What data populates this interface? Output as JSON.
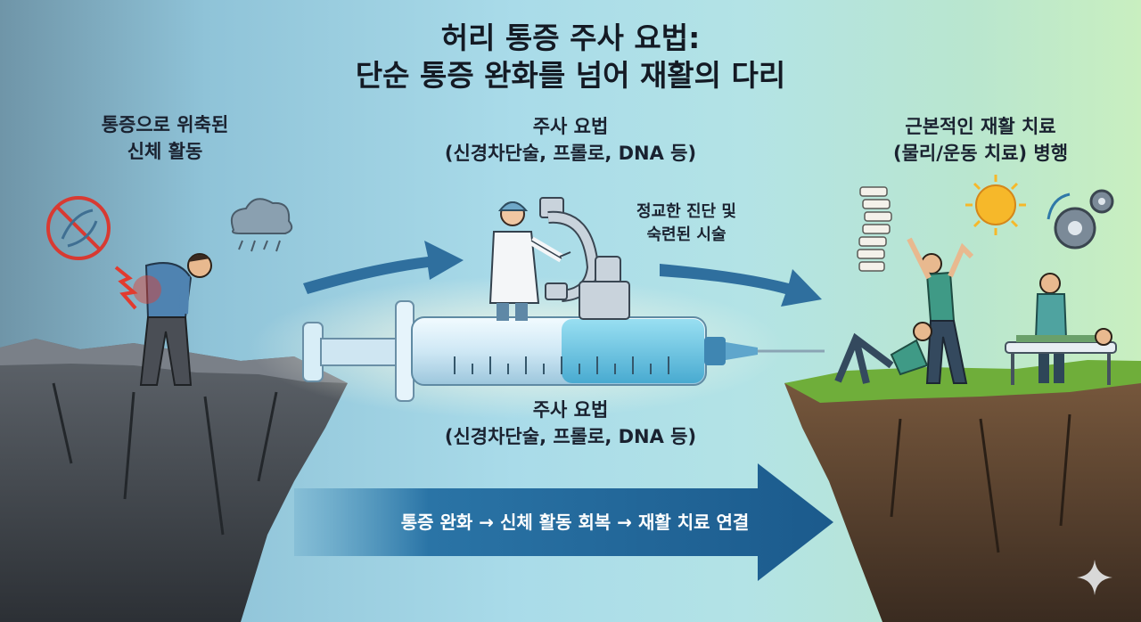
{
  "header": {
    "title_line1": "허리 통증 주사 요법:",
    "title_line2": "단순 통증 완화를 넘어 재활의 다리"
  },
  "left_panel": {
    "line1": "통증으로 위축된",
    "line2": "신체 활동"
  },
  "center_top": {
    "line1": "주사 요법",
    "line2": "(신경차단술, 프롤로, DNA 등)"
  },
  "center_mid": {
    "line1": "정교한 진단 및",
    "line2": "숙련된 시술"
  },
  "center_bottom": {
    "line1": "주사 요법",
    "line2": "(신경차단술, 프롤로, DNA 등)"
  },
  "right_panel": {
    "line1": "근본적인 재활 치료",
    "line2": "(물리/운동 치료) 병행"
  },
  "banner": {
    "text": "통증 완화 → 신체 활동 회복 → 재활 치료 연결"
  },
  "icons": [
    "no-movement-icon",
    "rain-cloud-icon",
    "spine-icon",
    "sun-icon",
    "gear-icon",
    "sparkle-icon"
  ],
  "colors": {
    "arrow": "#2f6f9e",
    "banner_arrow": "#1d5f8f",
    "pain": "#e23b2e",
    "sun": "#f6b82a",
    "grass": "#6fae3a"
  }
}
